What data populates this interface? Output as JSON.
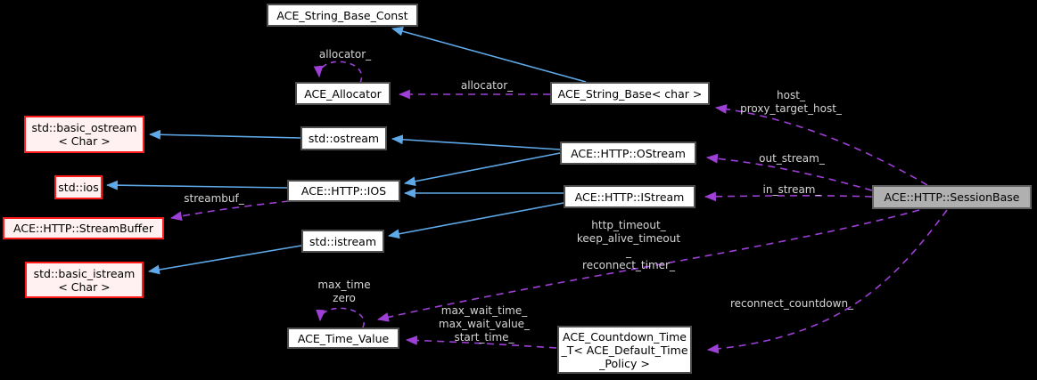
{
  "colors": {
    "background": "#000000",
    "inheritance_edge": "#5fa9e8",
    "usage_edge": "#9e3fd6",
    "edge_label_text": "#d6d6d6",
    "node_fill": "#ffffff",
    "node_border": "#4d4d4d",
    "truncated_node_fill": "#fff1f1",
    "truncated_node_border": "#ff1a1a",
    "focus_node_fill": "#b0b0b0",
    "focus_node_border": "#606060",
    "node_text": "#000000"
  },
  "nodes": [
    {
      "id": "ace-string-base-const",
      "label": "ACE_String_Base_Const"
    },
    {
      "id": "ace-allocator",
      "label": "ACE_Allocator"
    },
    {
      "id": "ace-string-base-char",
      "label": "ACE_String_Base< char >"
    },
    {
      "id": "std-basic-ostream",
      "label": "std::basic_ostream\n< Char >"
    },
    {
      "id": "std-ostream",
      "label": "std::ostream"
    },
    {
      "id": "ace-http-ostream",
      "label": "ACE::HTTP::OStream"
    },
    {
      "id": "std-ios",
      "label": "std::ios"
    },
    {
      "id": "ace-http-ios",
      "label": "ACE::HTTP::IOS"
    },
    {
      "id": "ace-http-istream",
      "label": "ACE::HTTP::IStream"
    },
    {
      "id": "ace-http-sessionbase",
      "label": "ACE::HTTP::SessionBase"
    },
    {
      "id": "ace-http-streambuffer",
      "label": "ACE::HTTP::StreamBuffer"
    },
    {
      "id": "std-istream",
      "label": "std::istream"
    },
    {
      "id": "std-basic-istream",
      "label": "std::basic_istream\n< Char >"
    },
    {
      "id": "ace-time-value",
      "label": "ACE_Time_Value"
    },
    {
      "id": "ace-countdown-time",
      "label": "ACE_Countdown_Time\n_T< ACE_Default_Time\n_Policy >"
    }
  ],
  "edge_labels": [
    {
      "id": "allocator-self",
      "text": "allocator_"
    },
    {
      "id": "allocator",
      "text": "allocator_"
    },
    {
      "id": "host",
      "text": "host_\nproxy_target_host_"
    },
    {
      "id": "out-stream",
      "text": "out_stream_"
    },
    {
      "id": "in-stream",
      "text": "in_stream_"
    },
    {
      "id": "streambuf",
      "text": "streambuf_"
    },
    {
      "id": "timeouts",
      "text": "http_timeout_\nkeep_alive_timeout\n_\nreconnect_timer_"
    },
    {
      "id": "reconnect-countdown",
      "text": "reconnect_countdown_"
    },
    {
      "id": "max-time",
      "text": "max_time\nzero"
    },
    {
      "id": "max-wait",
      "text": "max_wait_time_\nmax_wait_value_\nstart_time_"
    }
  ]
}
